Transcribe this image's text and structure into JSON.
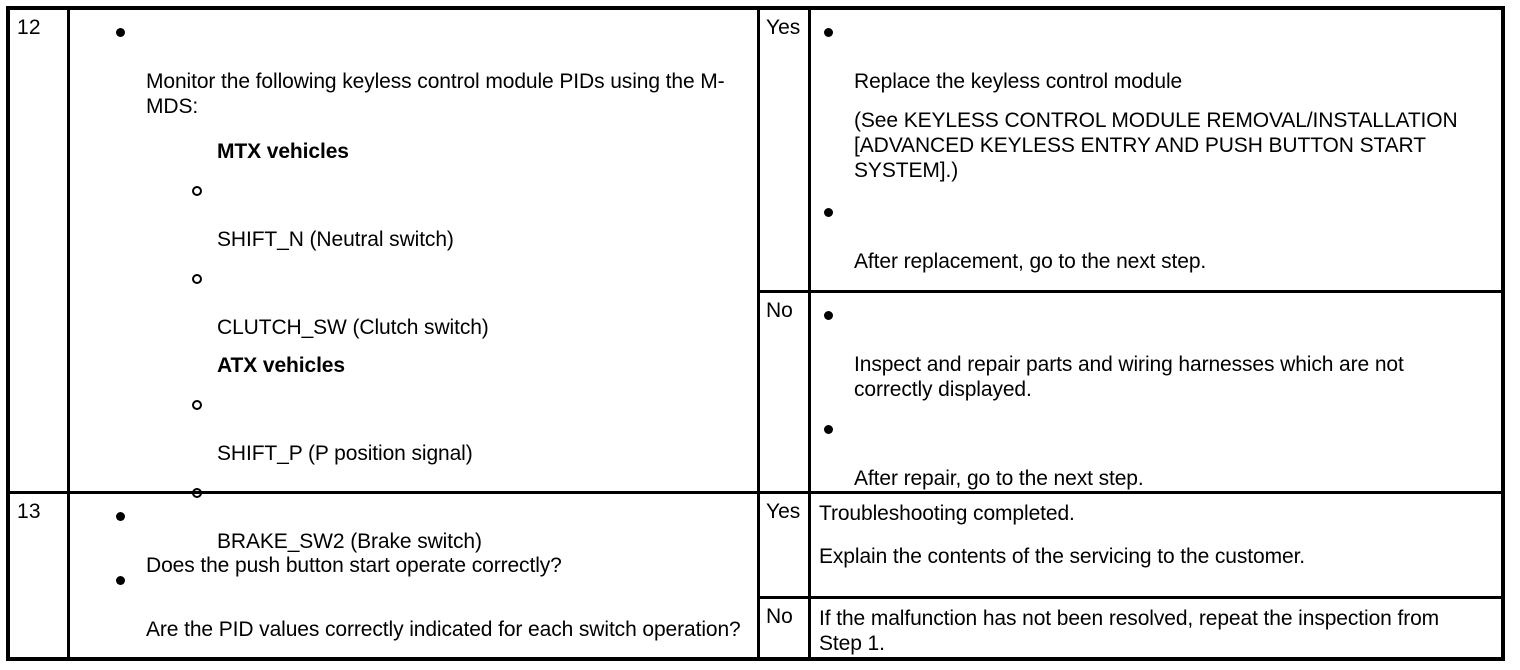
{
  "table": {
    "rows": [
      {
        "step": "12",
        "main": {
          "lead_bullet": "Monitor the following keyless control module PIDs using the M-MDS:",
          "groups": [
            {
              "heading": "MTX vehicles",
              "pids": [
                "SHIFT_N (Neutral switch)",
                "CLUTCH_SW (Clutch switch)"
              ]
            },
            {
              "heading": "ATX vehicles",
              "pids": [
                "SHIFT_P (P position signal)",
                "BRAKE_SW2 (Brake switch)"
              ]
            }
          ],
          "question": "Are the PID values correctly indicated for each switch operation?"
        },
        "answers": [
          {
            "label": "Yes",
            "bullets": [
              "Replace the keyless control module"
            ],
            "reference": "(See KEYLESS CONTROL MODULE REMOVAL/INSTALLATION [ADVANCED KEYLESS ENTRY AND PUSH BUTTON START SYSTEM].)",
            "after_bullets": [
              "After replacement, go to the next step."
            ]
          },
          {
            "label": "No",
            "bullets": [
              "Inspect and repair parts and wiring harnesses which are not correctly displayed.",
              "After repair, go to the next step."
            ]
          }
        ]
      },
      {
        "step": "13",
        "main": {
          "question": "Does the push button start operate correctly?"
        },
        "answers": [
          {
            "label": "Yes",
            "paragraphs": [
              "Troubleshooting completed.",
              "Explain the contents of the servicing to the customer."
            ]
          },
          {
            "label": "No",
            "paragraphs": [
              "If the malfunction has not been resolved, repeat the inspection from Step 1."
            ]
          }
        ]
      }
    ]
  },
  "colors": {
    "border": "#000000",
    "text": "#000000",
    "background": "#ffffff"
  }
}
